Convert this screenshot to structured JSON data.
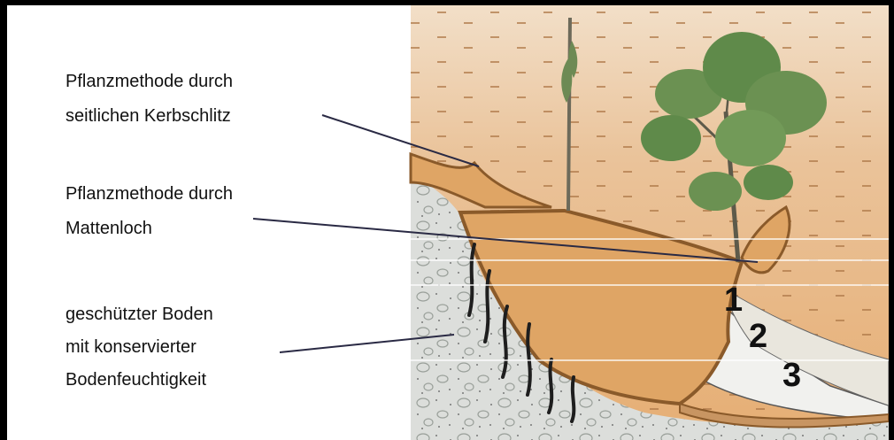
{
  "labels": [
    {
      "line1": "Pflanzmethode durch",
      "line2": "seitlichen Kerbschlitz"
    },
    {
      "line1": "Pflanzmethode durch",
      "line2": "Mattenloch"
    },
    {
      "line1": "geschützter Boden",
      "line2": "mit konservierter",
      "line3": "Bodenfeuchtigkeit"
    }
  ],
  "layer_numbers": [
    "1",
    "2",
    "3"
  ],
  "colors": {
    "frame": "#000000",
    "background": "#ffffff",
    "soil_sky": "#e7b27c",
    "mat": "#d99a58",
    "mat_edge": "#8a5a2a",
    "gravel": "#d8dbd8",
    "liner": "#f1f1ee",
    "foliage": "#5f8a4a",
    "roots": "#1e1e1e",
    "leader_line": "#2a2a44"
  },
  "icons": [
    "young-tree-icon",
    "sapling-stick-icon",
    "root-icon"
  ]
}
